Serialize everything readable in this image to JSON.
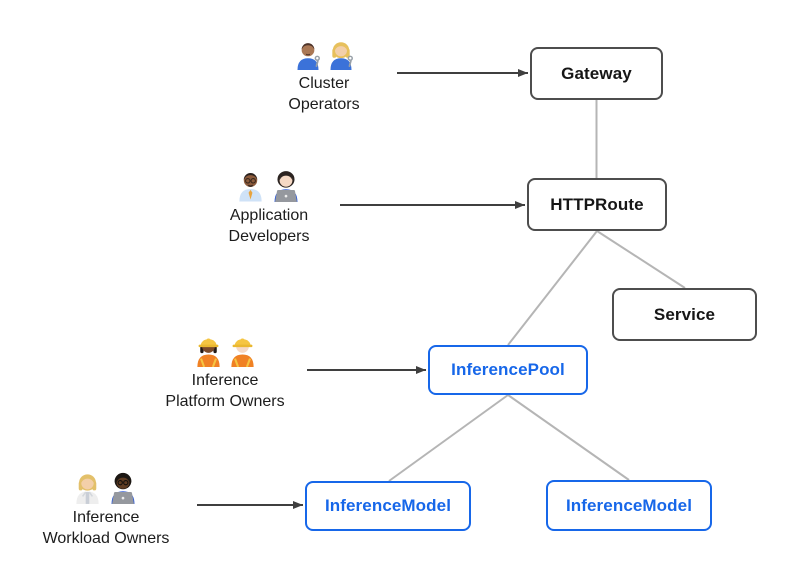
{
  "diagram": {
    "personas": [
      {
        "id": "cluster-operators",
        "label_lines": [
          "Cluster",
          "Operators"
        ],
        "icons": [
          "man-mechanic-emoji",
          "woman-mechanic-emoji"
        ]
      },
      {
        "id": "application-developers",
        "label_lines": [
          "Application",
          "Developers"
        ],
        "icons": [
          "man-office-worker-emoji",
          "woman-technologist-emoji"
        ]
      },
      {
        "id": "inference-platform-owners",
        "label_lines": [
          "Inference",
          "Platform Owners"
        ],
        "icons": [
          "woman-construction-worker-emoji",
          "man-construction-worker-emoji"
        ]
      },
      {
        "id": "inference-workload-owners",
        "label_lines": [
          "Inference",
          "Workload Owners"
        ],
        "icons": [
          "scientist-emoji",
          "dark-skin-technologist-emoji"
        ]
      }
    ],
    "nodes": [
      {
        "id": "gateway",
        "label": "Gateway"
      },
      {
        "id": "httproute",
        "label": "HTTPRoute"
      },
      {
        "id": "service",
        "label": "Service"
      },
      {
        "id": "inference-pool",
        "label": "InferencePool"
      },
      {
        "id": "inference-model-left",
        "label": "InferenceModel"
      },
      {
        "id": "inference-model-right",
        "label": "InferenceModel"
      }
    ],
    "colors": {
      "standard_border": "#4d4d4d",
      "standard_text": "#161616",
      "extension_border": "#1767e9",
      "extension_text": "#1767e9",
      "connector": "#b5b5b5",
      "arrow": "#3f3f3f",
      "background": "#ffffff"
    }
  }
}
